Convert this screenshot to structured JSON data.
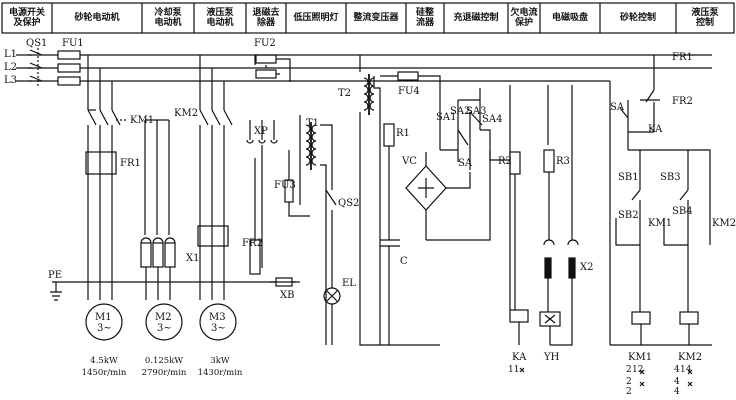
{
  "header": {
    "cells": [
      "电源开关\n及保护",
      "砂轮电动机",
      "冷却泵\n电动机",
      "液压泵\n电动机",
      "退磁去\n除器",
      "低压照明灯",
      "整流变压器",
      "硅整\n流器",
      "充退磁控制",
      "欠电流\n保护",
      "电磁吸盘",
      "砂轮控制",
      "液压泵\n控制"
    ]
  },
  "labels": {
    "l1": "L1",
    "l2": "L2",
    "l3": "L3",
    "qs1": "QS1",
    "fu1": "FU1",
    "fu2": "FU2",
    "fu3": "FU3",
    "fu4": "FU4",
    "km1": "KM1",
    "km2": "KM2",
    "fr1": "FR1",
    "fr2": "FR2",
    "xp": "XP",
    "x1": "X1",
    "x2": "X2",
    "xb": "XB",
    "t1": "T1",
    "t2": "T2",
    "qs2": "QS2",
    "el": "EL",
    "r1": "R1",
    "r2": "R2",
    "r3": "R3",
    "vc": "VC",
    "c": "C",
    "sa": "SA",
    "sa1": "SA1",
    "sa2": "SA2",
    "sa3": "SA3",
    "sa4": "SA4",
    "ka": "KA",
    "yh": "YH",
    "pe": "PE",
    "sb1": "SB1",
    "sb2": "SB2",
    "sb3": "SB3",
    "sb4": "SB4",
    "r_fr1": "FR1",
    "r_fr2": "FR2",
    "r_sa": "SA",
    "r_ka": "KA",
    "r_km1": "KM1",
    "r_km2": "KM2",
    "ka_bot": "KA",
    "yh_bot": "YH",
    "km1_bot": "KM1",
    "km2_bot": "KM2"
  },
  "motors": [
    {
      "name": "M1",
      "phase": "3~",
      "power": "4.5kW",
      "speed": "1450r/min"
    },
    {
      "name": "M2",
      "phase": "3~",
      "power": "0.125kW",
      "speed": "2790r/min"
    },
    {
      "name": "M3",
      "phase": "3~",
      "power": "3kW",
      "speed": "1430r/min"
    }
  ],
  "contacts": {
    "ka": "11",
    "km1_a": "2",
    "km1_b": "12",
    "km1_c": "2",
    "km1_d": "2",
    "km2_a": "4",
    "km2_b": "14",
    "km2_c": "4",
    "km2_d": "4"
  }
}
